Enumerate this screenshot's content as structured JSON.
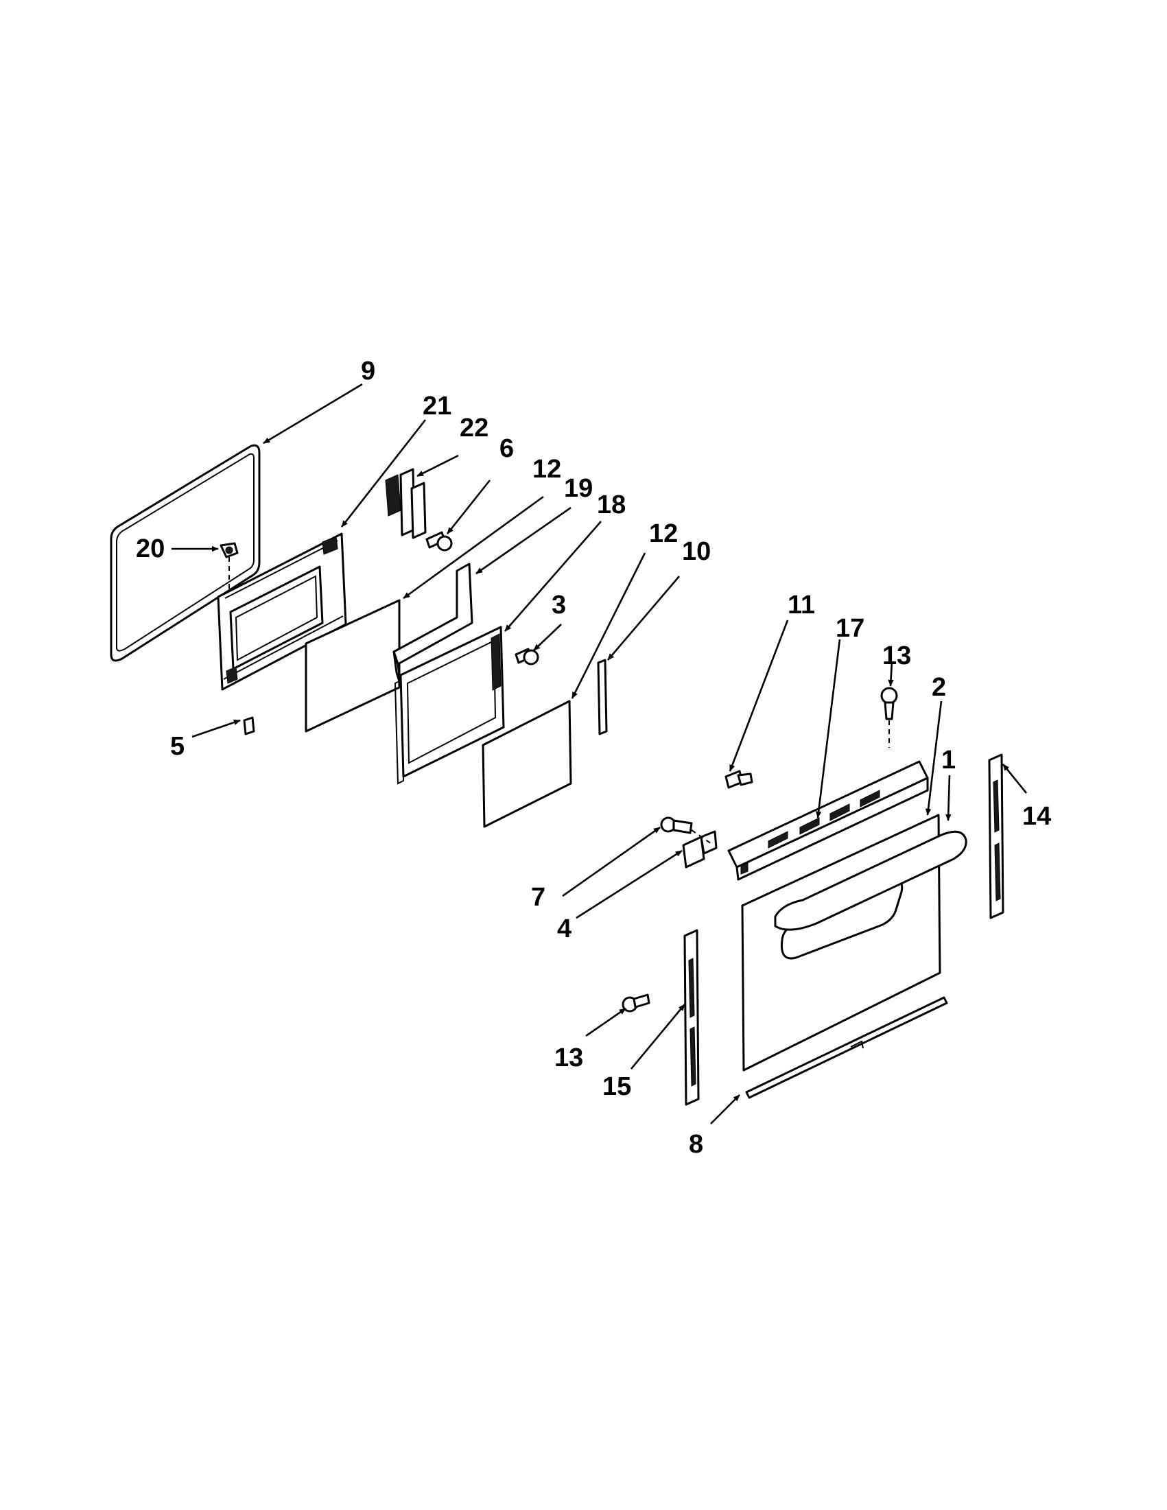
{
  "colors": {
    "ink": "#000000",
    "paper": "#ffffff"
  },
  "callouts": {
    "c1": "1",
    "c2": "2",
    "c3": "3",
    "c4": "4",
    "c5": "5",
    "c6": "6",
    "c7": "7",
    "c8": "8",
    "c9": "9",
    "c10": "10",
    "c11": "11",
    "c12a": "12",
    "c12b": "12",
    "c13a": "13",
    "c13b": "13",
    "c14": "14",
    "c15": "15",
    "c17": "17",
    "c18": "18",
    "c19": "19",
    "c20": "20",
    "c21": "21",
    "c22": "22"
  }
}
